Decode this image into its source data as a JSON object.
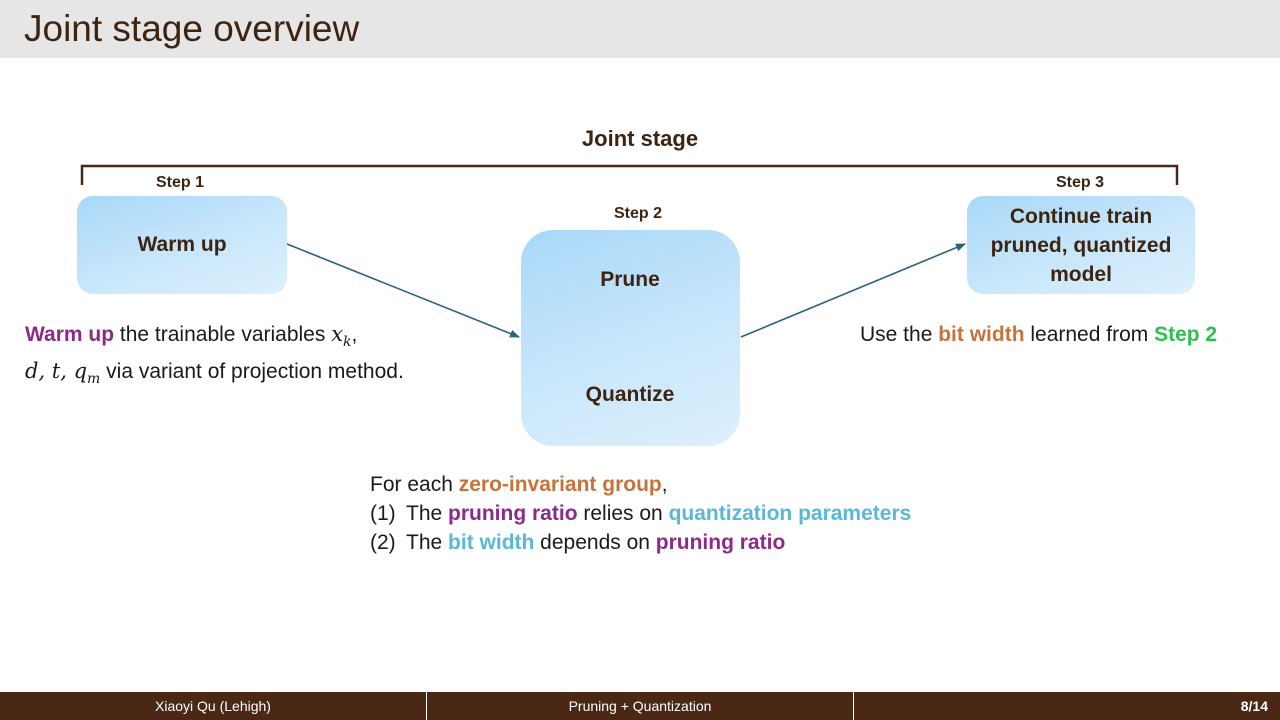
{
  "slide": {
    "title": "Joint stage overview",
    "joint_stage_label": "Joint stage"
  },
  "steps": {
    "step1": {
      "label": "Step 1",
      "box_text": "Warm up"
    },
    "step2": {
      "label": "Step 2",
      "prune": "Prune",
      "quantize": "Quantize"
    },
    "step3": {
      "label": "Step 3",
      "box_line1": "Continue train",
      "box_line2": "pruned, quantized",
      "box_line3": "model"
    }
  },
  "warmup_desc": {
    "highlight": "Warm up",
    "text1": " the trainable variables ",
    "var_x": "x",
    "var_x_sub": "k",
    "comma": ",",
    "vars_line2": "d, t, q",
    "var_q_sub": "m",
    "text2": " via variant of projection method."
  },
  "step3_desc": {
    "text1": "Use the ",
    "highlight1": "bit width",
    "text2": " learned from ",
    "highlight2": "Step 2"
  },
  "group_desc": {
    "line1_text": "For each ",
    "line1_highlight": "zero-invariant group",
    "line1_end": ",",
    "line2_num": "(1)",
    "line2_text1": "The ",
    "line2_h1": "pruning ratio",
    "line2_text2": " relies on ",
    "line2_h2": "quantization parameters",
    "line3_num": "(2)",
    "line3_text1": "The ",
    "line3_h1": "bit width",
    "line3_text2": " depends on ",
    "line3_h2": "pruning ratio"
  },
  "footer": {
    "author": "Xiaoyi Qu (Lehigh)",
    "topic": "Pruning + Quantization",
    "page": "8/14"
  },
  "colors": {
    "title_bar": "#e6e6e6",
    "footer_bg": "#4b2815",
    "purple": "#8b2a8b",
    "orange": "#c8723b",
    "cyan": "#5ab8d6",
    "green": "#2fbf4f",
    "cycle_arrow": "#1f5a7a",
    "connector_arrow": "#2a6478"
  }
}
